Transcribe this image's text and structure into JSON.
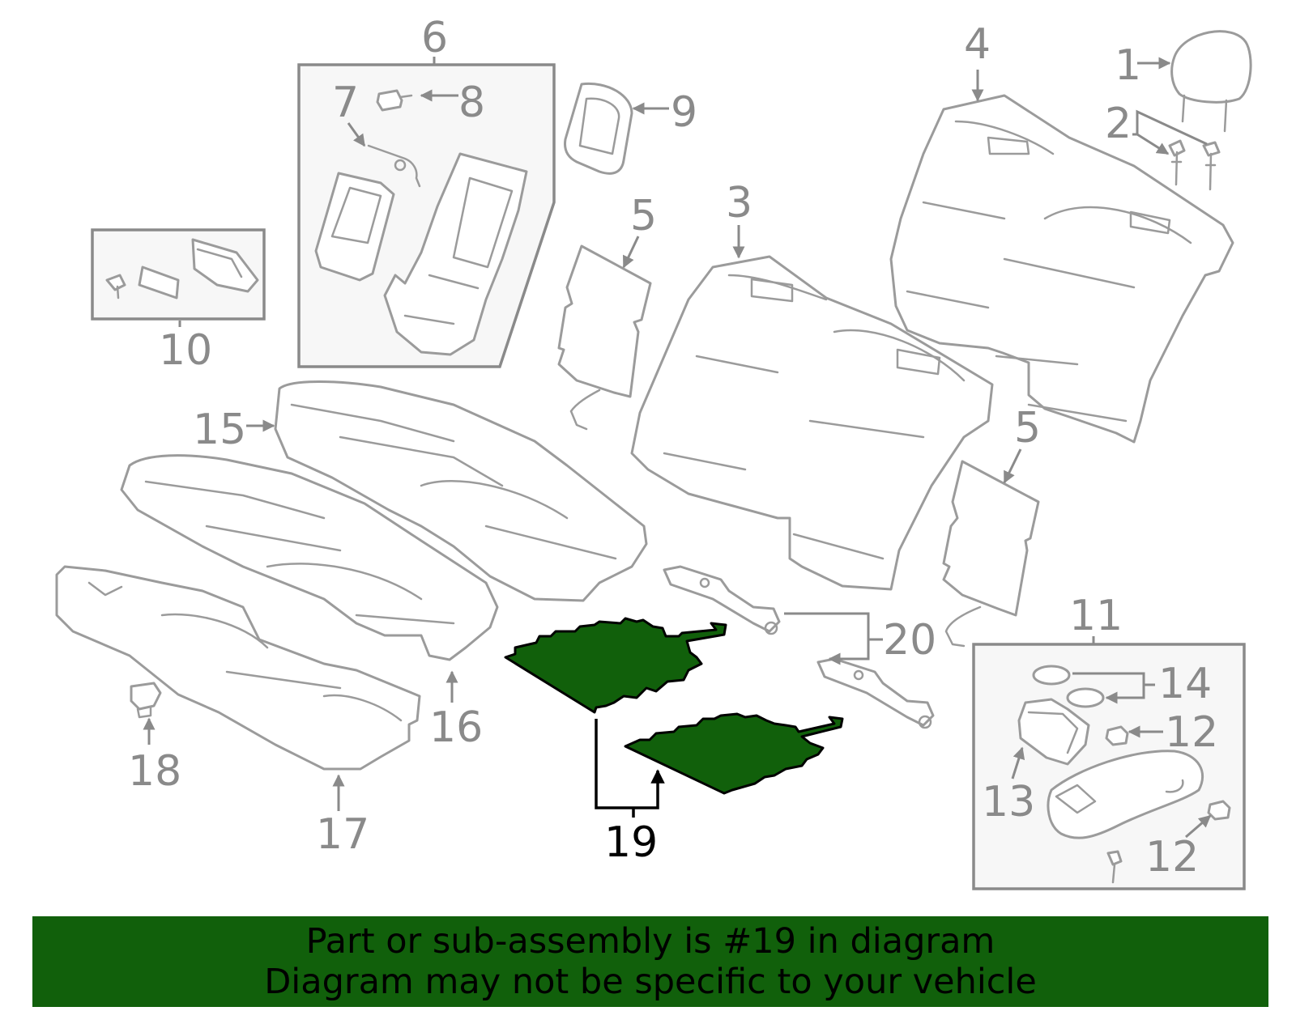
{
  "callouts": {
    "c1": "1",
    "c2": "2",
    "c3": "3",
    "c4": "4",
    "c5a": "5",
    "c5b": "5",
    "c6": "6",
    "c7": "7",
    "c8": "8",
    "c9": "9",
    "c10": "10",
    "c11": "11",
    "c12a": "12",
    "c12b": "12",
    "c13": "13",
    "c14": "14",
    "c15": "15",
    "c16": "16",
    "c17": "17",
    "c18": "18",
    "c19": "19",
    "c20": "20"
  },
  "highlighted_part": "19",
  "colors": {
    "highlight": "#11600b",
    "line_art": "#9b9b9b",
    "leader_highlight": "#000000"
  },
  "banner": {
    "line1": "Part or sub-assembly is #19 in diagram",
    "line2": "Diagram may not be specific to your vehicle"
  }
}
